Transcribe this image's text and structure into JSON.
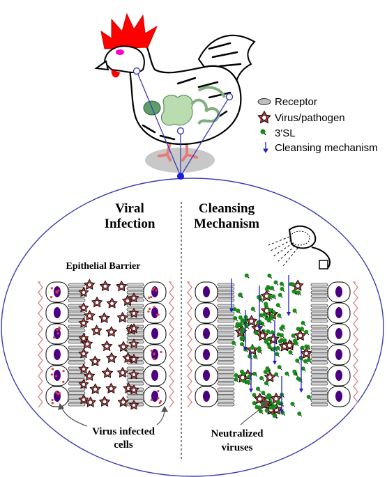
{
  "legend": {
    "receptor": "Receptor",
    "virus": "Virus/pathogen",
    "sialyllactose": "3'SL",
    "cleansing": "Cleansing mechanism"
  },
  "panels": {
    "left": {
      "title_line1": "Viral",
      "title_line2": "Infection",
      "subtitle": "Epithelial Barrier",
      "callout_line1": "Virus infected",
      "callout_line2": "cells"
    },
    "right": {
      "title_line1": "Cleansing",
      "title_line2": "Mechanism",
      "callout_line1": "Neutralized",
      "callout_line2": "viruses"
    }
  },
  "colors": {
    "outline": "#3b3bb3",
    "comb": "#ff0000",
    "nucleus": "#4b0082",
    "virus_fill": "#c04040",
    "sialyllactose": "#1a8a1a",
    "arrow": "#2020c0",
    "gut": "#b9dcb0",
    "wavy_membrane": "#d88080"
  }
}
